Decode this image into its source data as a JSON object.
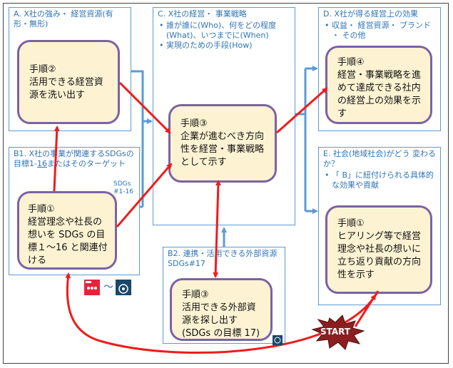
{
  "panels": {
    "A": {
      "title": "A. X社の強み・ 経営資源(有形・無形)"
    },
    "B1": {
      "title_pre": "B1. X社の事業が関連するSDGsの目標1-",
      "title_num": "16",
      "title_post": "またはそのターゲット",
      "sdgs_tag": "SDGs #1-16"
    },
    "C": {
      "title": "C. X社の経営・ 事業戦略",
      "bullets": [
        "誰が誰に(Who)、何をどの程度(What)、いつまでに(When)",
        "実現のための手段(How)"
      ]
    },
    "B2": {
      "title": "B2. 連携・活用できる外部資源　SDGs#17"
    },
    "D": {
      "title": "D. X社が得る経営上の効果",
      "bullets": [
        "収益・ 経営資源・ ブランド ・ その他"
      ]
    },
    "E": {
      "title": "E. 社会(地域社会)がどう 変わるか？",
      "bullets": [
        "「 B」に紐付けられる具体的な効果や貢献"
      ]
    }
  },
  "steps": {
    "A": {
      "heading": "手順②",
      "text": "活用できる経営資源を洗い出す"
    },
    "B1": {
      "heading": "手順①",
      "text": "経営理念や社長の想いを SDGs の目標１～16 と関連付ける"
    },
    "C": {
      "heading": "手順③",
      "text": "企業が進むべき方向性を経営・事業戦略として示す"
    },
    "B2": {
      "heading": "手順③",
      "text": "活用できる外部資源を探し出す",
      "sub": "(SDGs の目標 17)"
    },
    "D": {
      "heading": "手順④",
      "text": "経営・事業戦略を進めて達成できる社内の経営上の効果を示す"
    },
    "E": {
      "heading": "手順①",
      "text": "ヒアリング等で経営理念や社長の想いに立ち返り貢献の方向性を示す"
    }
  },
  "start_label": "START",
  "tilde": "～",
  "icons": [
    "sdg-goal-1-icon",
    "sdg-goal-17-icon"
  ],
  "colors": {
    "panel_border": "#5b9bd5",
    "panel_text": "#2e75b6",
    "step_fill": "#fdf3d3",
    "step_border": "#7b62a3",
    "arrow_red": "#ee1c1c",
    "arrow_blue": "#5b9bd5",
    "star_fill": "#8b1f1f"
  }
}
